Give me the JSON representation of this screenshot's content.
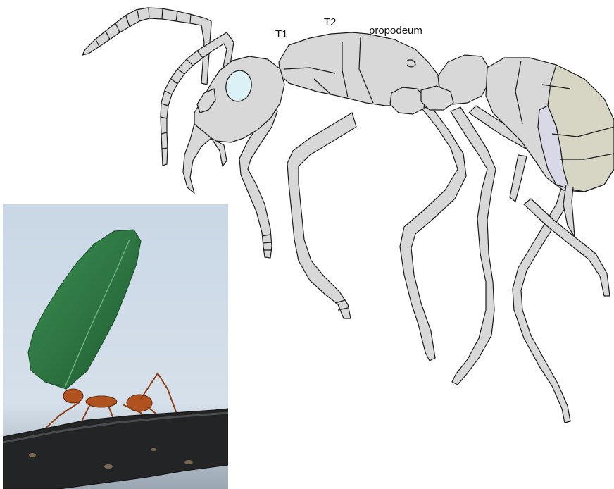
{
  "labels": {
    "t1": "T1",
    "t2": "T2",
    "propodeum": "propodeum"
  },
  "colors": {
    "body": "#d8d8d8",
    "outline": "#1a1a1a",
    "eye": "#dcf1f5",
    "gaster_tan": "#d7d6c4",
    "gaster_lilac": "#d9d8e6",
    "leaf": "#2f7a44",
    "ant_photo": "#b0521f",
    "sky": "#c9d7e6"
  }
}
